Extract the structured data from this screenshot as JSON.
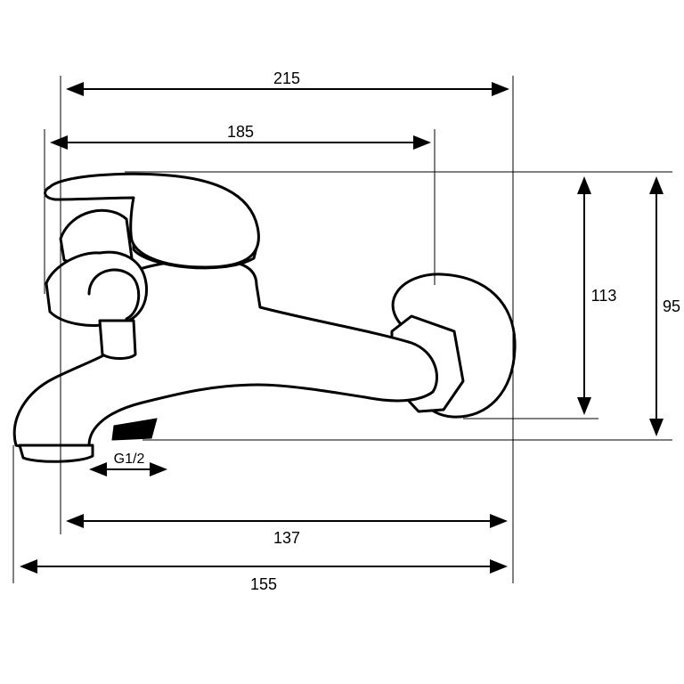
{
  "diagram": {
    "subject": "single-lever bath mixer tap",
    "dimensions": {
      "top_overall_width": "215",
      "top_inner_width": "185",
      "height_outer_right": "113",
      "height_far_right": "95",
      "bottom_inner_width": "137",
      "bottom_overall_width": "155",
      "outlet_thread": "G1/2"
    },
    "colors": {
      "line": "#000000",
      "background": "#ffffff"
    }
  }
}
